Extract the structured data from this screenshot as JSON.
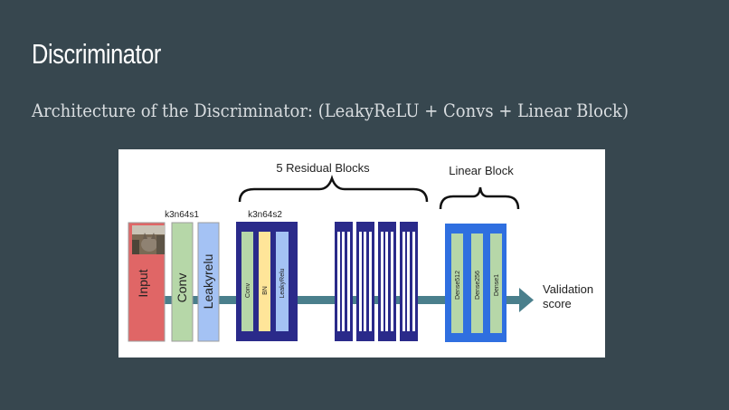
{
  "slide": {
    "title": "Discriminator",
    "subtitle": "Architecture of the Discriminator: (LeakyReLU + Convs + Linear Block)"
  },
  "diagram": {
    "residual_label": "5 Residual Blocks",
    "linear_label": "Linear Block",
    "k1_label": "k3n64s1",
    "k2_label": "k3n64s2",
    "input_label": "Input",
    "conv_label": "Conv",
    "leaky_label": "Leakyrelu",
    "res_conv": "Conv",
    "res_bn": "BN",
    "res_leaky": "LeakyRelu",
    "dense1_label": "Dense512",
    "dense2_label": "Dense256",
    "dense3_label": "Dense1",
    "output_line1": "Validation",
    "output_line2": "score",
    "colors": {
      "input": "#e06666",
      "conv": "#b6d7a8",
      "leaky": "#a4c2f4",
      "residual_frame": "#2a2a8a",
      "bn": "#ffe599",
      "linear_frame": "#2f6fe0",
      "arrow": "#4a7f8c"
    }
  }
}
